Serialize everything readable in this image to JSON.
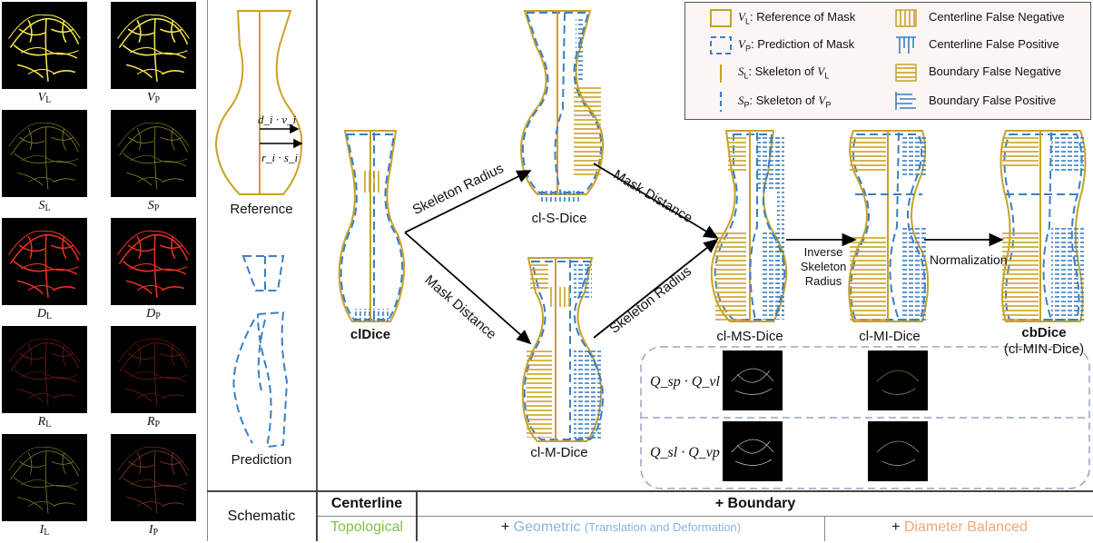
{
  "thumbnails": [
    {
      "label_main": "V",
      "label_sub": "L",
      "color": "#f4e44a",
      "density": "heavy"
    },
    {
      "label_main": "V",
      "label_sub": "P",
      "color": "#f4e44a",
      "density": "heavy"
    },
    {
      "label_main": "S",
      "label_sub": "L",
      "color": "#8a8a20",
      "density": "light"
    },
    {
      "label_main": "S",
      "label_sub": "P",
      "color": "#8a8a20",
      "density": "light"
    },
    {
      "label_main": "D",
      "label_sub": "L",
      "color": "#e83020",
      "density": "heavy"
    },
    {
      "label_main": "D",
      "label_sub": "P",
      "color": "#e83020",
      "density": "heavy"
    },
    {
      "label_main": "R",
      "label_sub": "L",
      "color": "#7a1a12",
      "density": "light"
    },
    {
      "label_main": "R",
      "label_sub": "P",
      "color": "#7a1a12",
      "density": "light"
    },
    {
      "label_main": "I",
      "label_sub": "L",
      "color": "#6a8a2a",
      "density": "mixed"
    },
    {
      "label_main": "I",
      "label_sub": "P",
      "color": "#8a3a2a",
      "density": "mixed"
    }
  ],
  "schematic": {
    "reference_label": "Reference",
    "prediction_label": "Prediction",
    "eq_top": "d_i · v_i",
    "eq_bottom": "r_i · s_i"
  },
  "stages": {
    "cldice": "clDice",
    "cl_s_dice": "cl-S-Dice",
    "cl_m_dice": "cl-M-Dice",
    "cl_ms_dice": "cl-MS-Dice",
    "cl_mi_dice": "cl-MI-Dice",
    "cbdice": "cbDice",
    "cbdice_alt": "(cl-MIN-Dice)"
  },
  "arrows": {
    "skeleton_radius_up": "Skeleton Radius",
    "mask_distance_down": "Mask Distance",
    "mask_distance_up": "Mask Distance",
    "skeleton_radius_down": "Skeleton Radius",
    "inverse_line1": "Inverse",
    "inverse_line2": "Skeleton",
    "inverse_line3": "Radius",
    "normalization": "Normalization"
  },
  "legend": {
    "vl": ": Reference of Mask",
    "vp": ": Prediction of Mask",
    "sl_prefix": ": Skeleton of ",
    "sp_prefix": ": Skeleton of ",
    "cfn": "Centerline False Negative",
    "cfp": "Centerline False Positive",
    "bfn": "Boundary False Negative",
    "bfp": "Boundary False Positive"
  },
  "inset": {
    "row1": "Q_sp · Q_vl",
    "row2": "Q_sl · Q_vp"
  },
  "table": {
    "schematic": "Schematic",
    "centerline": "Centerline",
    "boundary": "+ Boundary",
    "topological": "Topological",
    "geometric_plus": "+ ",
    "geometric": "Geometric",
    "geometric_note": "(Translation and Deformation)",
    "diameter_plus": "+ ",
    "diameter": "Diameter Balanced"
  },
  "colors": {
    "gold": "#c9a227",
    "blue": "#3b7fc4",
    "green": "#7fc24a",
    "lightblue": "#8ab4e0",
    "orange": "#f0a878"
  }
}
